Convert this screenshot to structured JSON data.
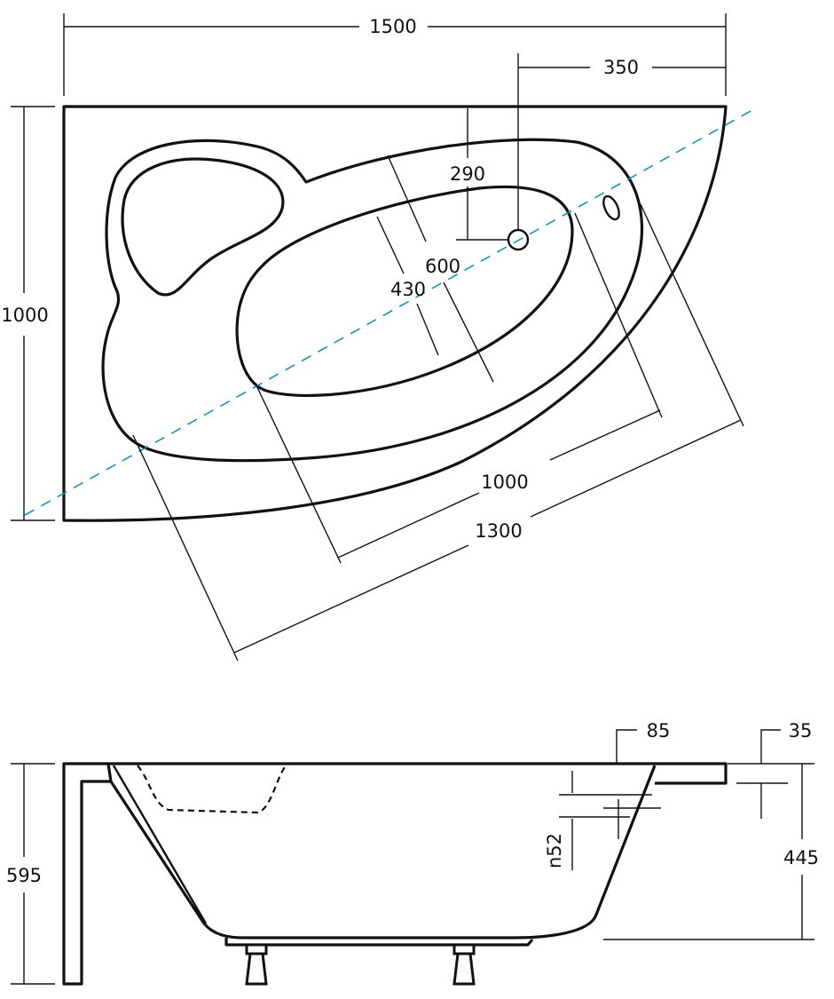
{
  "top_view": {
    "length": "1500",
    "drain_offset": "350",
    "depth": "1000",
    "drain_depth": "290",
    "inner_width": "600",
    "bottom_width": "430",
    "inner_length": "1000",
    "outer_length": "1300"
  },
  "side_view": {
    "rim_width": "85",
    "rim_thickness": "35",
    "total_height": "595",
    "inner_depth": "445",
    "overflow": "n52"
  },
  "colors": {
    "line": "#111111",
    "axis": "#1f8fa6",
    "background": "#ffffff"
  }
}
